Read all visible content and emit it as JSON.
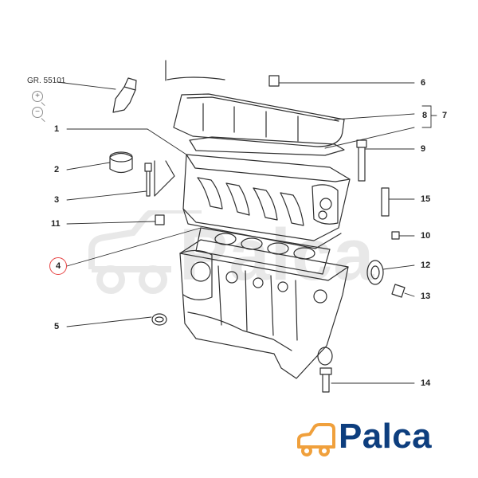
{
  "diagram": {
    "ref_code": "GR. 55101",
    "callouts": [
      {
        "id": "1",
        "label": "1"
      },
      {
        "id": "2",
        "label": "2"
      },
      {
        "id": "3",
        "label": "3"
      },
      {
        "id": "4",
        "label": "4",
        "highlighted": true
      },
      {
        "id": "5",
        "label": "5"
      },
      {
        "id": "6",
        "label": "6"
      },
      {
        "id": "7",
        "label": "7"
      },
      {
        "id": "8",
        "label": "8"
      },
      {
        "id": "9",
        "label": "9"
      },
      {
        "id": "10",
        "label": "10"
      },
      {
        "id": "11",
        "label": "11"
      },
      {
        "id": "12",
        "label": "12"
      },
      {
        "id": "13",
        "label": "13"
      },
      {
        "id": "14",
        "label": "14"
      },
      {
        "id": "15",
        "label": "15"
      }
    ],
    "colors": {
      "line": "#2f2f2f",
      "highlight_circle": "#e64040",
      "watermark": "#7a7a7a"
    }
  },
  "toolbar": {
    "zoom_in_symbol": "+",
    "zoom_out_symbol": "−"
  },
  "logo": {
    "text": "Palca",
    "text_color": "#0d3e7e",
    "car_color": "#f0a03c"
  },
  "watermark": {
    "text": "Palca"
  }
}
